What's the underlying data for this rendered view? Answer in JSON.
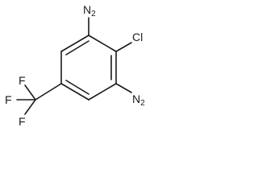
{
  "molecule": {
    "atoms": {
      "amine_top": {
        "element": "N",
        "hydrogens": "2"
      },
      "chloro": {
        "element": "Cl"
      },
      "amine_bottom": {
        "element": "N",
        "hydrogens": "2"
      },
      "fluorine_top": {
        "element": "F"
      },
      "fluorine_left": {
        "element": "F"
      },
      "fluorine_bottom": {
        "element": "F"
      }
    }
  }
}
